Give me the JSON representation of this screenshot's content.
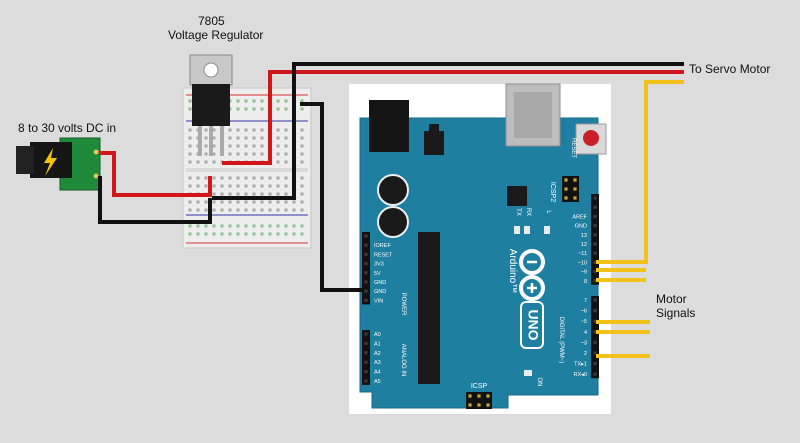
{
  "labels": {
    "regulator_part": "7805",
    "regulator_name": "Voltage Regulator",
    "power_input": "8 to 30 volts DC in",
    "servo_output": "To Servo Motor",
    "motor_signals_line1": "Motor",
    "motor_signals_line2": "Signals"
  },
  "board": {
    "logo_text": "UNO",
    "brand_text": "Arduino™",
    "reset_label": "RESET",
    "icsp_label": "ICSP",
    "icsp2_label": "ICSP2",
    "led_labels": [
      "TX",
      "RX",
      "L"
    ],
    "on_label": "ON",
    "power_header_labels": [
      "IOREF",
      "RESET",
      "3V3",
      "5V",
      "GND",
      "GND",
      "VIN"
    ],
    "power_header_title": "POWER",
    "analog_header_labels": [
      "A0",
      "A1",
      "A2",
      "A3",
      "A4",
      "A5"
    ],
    "analog_header_title": "ANALOG IN",
    "digital_header_title": "DIGITAL (PWM~)",
    "top_header_labels": [
      "AREF",
      "GND",
      "13",
      "12",
      "~11",
      "~10",
      "~9",
      "8"
    ],
    "bottom_header_labels": [
      "7",
      "~6",
      "~5",
      "4",
      "~3",
      "2",
      "TX▸1",
      "RX◂0"
    ]
  },
  "colors": {
    "background": "#dcdcdc",
    "board": "#1f7fa0",
    "wire_power": "#d01818",
    "wire_ground": "#111111",
    "wire_signal": "#f2c21a",
    "breadboard": "#ededed",
    "jack_pcb": "#1f8a3a",
    "reset_button": "#c9202a"
  },
  "icons": {
    "power_jack": "lightning-bolt-icon",
    "arduino_logo": "infinity-plus-minus-icon"
  }
}
